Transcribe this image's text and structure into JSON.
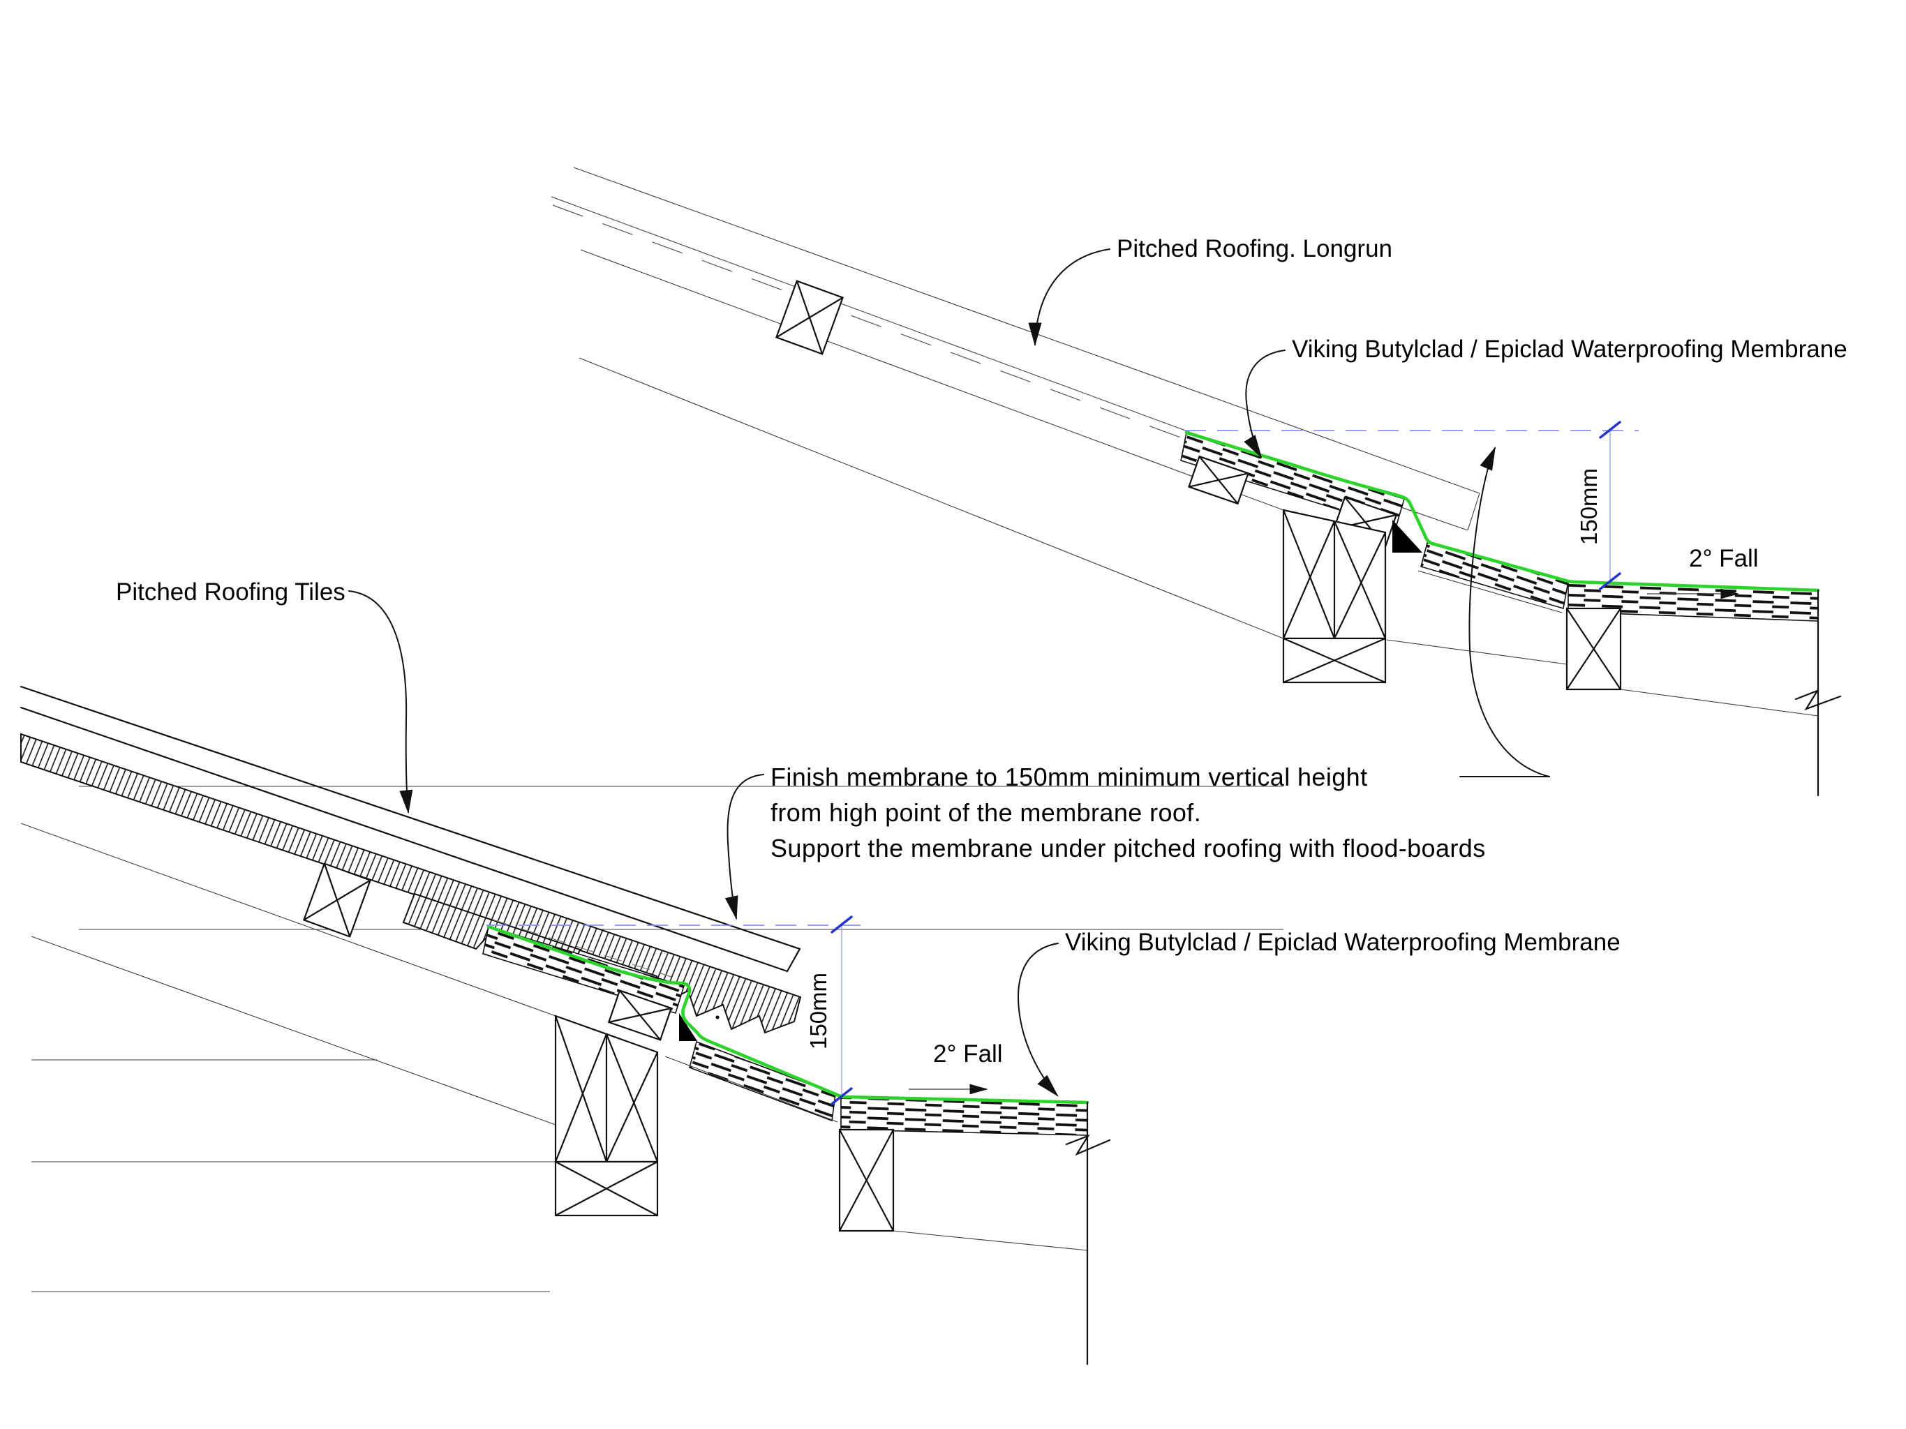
{
  "drawing": {
    "labels": {
      "longrun": "Pitched Roofing. Longrun",
      "membrane_upper": "Viking Butylclad / Epiclad Waterproofing Membrane",
      "membrane_lower": "Viking Butylclad / Epiclad Waterproofing Membrane",
      "tiles": "Pitched Roofing Tiles",
      "fall_upper": "2° Fall",
      "fall_lower": "2° Fall",
      "dim_upper": "150mm",
      "dim_lower": "150mm"
    },
    "note": {
      "line1": "Finish membrane to 150mm minimum vertical height",
      "line2": "from high point of the membrane roof.",
      "line3": "Support the membrane under pitched roofing with flood-boards"
    },
    "colors": {
      "membrane_green": "#2bd32b",
      "datum_blue": "#8890f5",
      "dim_blue": "#9aa2e6",
      "tick_blue": "#2233cc",
      "line_black": "#111111"
    }
  }
}
